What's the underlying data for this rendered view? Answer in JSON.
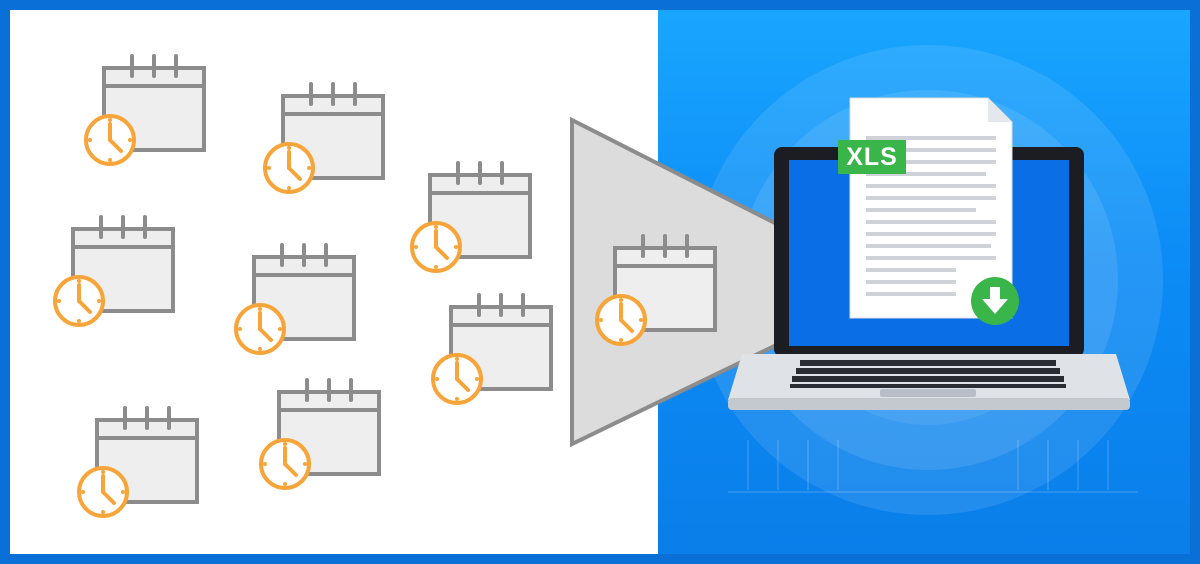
{
  "left_panel": {
    "background": "#ffffff",
    "icon_name": "calendar-clock-icon",
    "icon_count": 9,
    "calendar_color": "#8c8c8c",
    "calendar_fill": "#eeeeee",
    "clock_color": "#f7a53a"
  },
  "funnel": {
    "icon_name": "funnel-shape",
    "fill": "#dcdcdc",
    "stroke": "#8c8c8c"
  },
  "right_panel": {
    "background": "#0c8cf6",
    "laptop_icon": "laptop-icon",
    "document_icon": "document-icon",
    "download_icon": "download-arrow-icon",
    "badge_text": "XLS",
    "badge_color": "#39b54a"
  }
}
